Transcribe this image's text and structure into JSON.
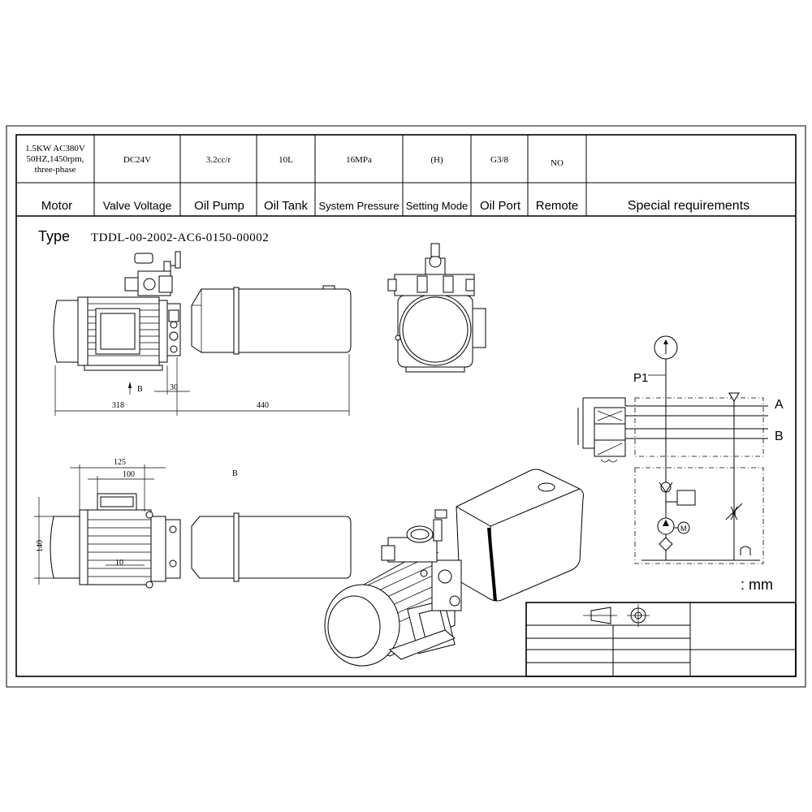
{
  "spec_table": {
    "values": [
      {
        "id": "motor",
        "lines": [
          "1.5KW AC380V",
          "50HZ,1450rpm,",
          "three-phase"
        ]
      },
      {
        "id": "valve_voltage",
        "lines": [
          "DC24V"
        ]
      },
      {
        "id": "oil_pump",
        "lines": [
          "3.2cc/r"
        ]
      },
      {
        "id": "oil_tank",
        "lines": [
          "10L"
        ]
      },
      {
        "id": "system_pressure",
        "lines": [
          "16MPa"
        ]
      },
      {
        "id": "setting_mode",
        "lines": [
          "(H)"
        ]
      },
      {
        "id": "oil_port",
        "lines": [
          "G3/8"
        ]
      },
      {
        "id": "remote",
        "lines": [
          "NO"
        ]
      },
      {
        "id": "special_requirements",
        "lines": []
      }
    ],
    "headers": [
      "Motor",
      "Valve Voltage",
      "Oil Pump",
      "Oil Tank",
      "System Pressure",
      "Setting Mode",
      "Oil Port",
      "Remote",
      "Special requirements"
    ]
  },
  "type_label": "Type",
  "type_code": "TDDL-00-2002-AC6-0150-00002",
  "dimensions": {
    "d318": "318",
    "d440": "440",
    "d30": "30",
    "d125": "125",
    "d100": "100",
    "d140": "140",
    "d10": "10",
    "b_view_marker": "B",
    "b_label": "B"
  },
  "schematic": {
    "p1": "P1",
    "port_a": "A",
    "port_b": "B",
    "motor_symbol": "M"
  },
  "unit_label": ": mm",
  "icons": [
    "projection-symbol-icon"
  ]
}
